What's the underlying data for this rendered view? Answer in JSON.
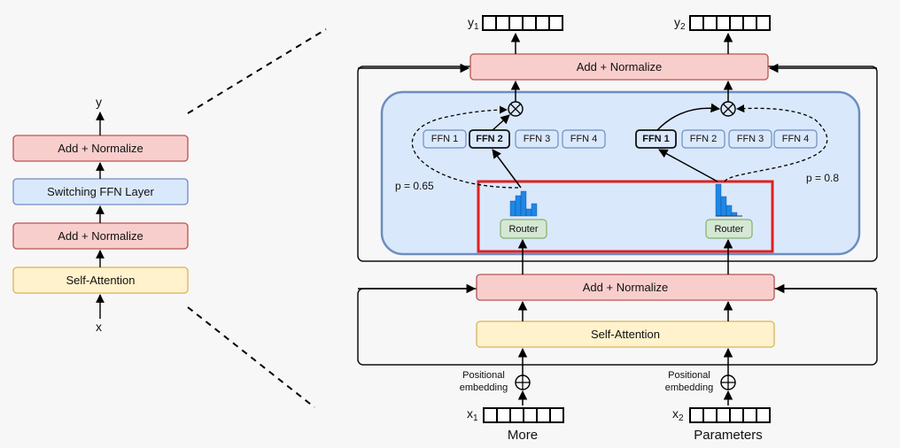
{
  "left": {
    "output_label": "y",
    "input_label": "x",
    "blocks": [
      "Add + Normalize",
      "Switching FFN Layer",
      "Add + Normalize",
      "Self-Attention"
    ]
  },
  "right": {
    "outputs": [
      {
        "base": "y",
        "sub": "1"
      },
      {
        "base": "y",
        "sub": "2"
      }
    ],
    "inputs": [
      {
        "base": "x",
        "sub": "1",
        "word": "More"
      },
      {
        "base": "x",
        "sub": "2",
        "word": "Parameters"
      }
    ],
    "top_norm": "Add + Normalize",
    "bottom_norm": "Add + Normalize",
    "self_attention": "Self-Attention",
    "routers": [
      "Router",
      "Router"
    ],
    "probabilities": [
      "p = 0.65",
      "p = 0.8"
    ],
    "experts_left": [
      "FFN 1",
      "FFN 2",
      "FFN 3",
      "FFN 4"
    ],
    "experts_right": [
      "FFN 1",
      "FFN 2",
      "FFN 3",
      "FFN 4"
    ],
    "selected_left": "FFN 2",
    "selected_right": "FFN 1",
    "positional_embedding": [
      "Positional embedding",
      "Positional embedding"
    ]
  },
  "colors": {
    "pink_fill": "#f8cecc",
    "pink_stroke": "#b85450",
    "blue_fill": "#dae8fc",
    "blue_stroke": "#6c8ebf",
    "yellow_fill": "#fff2cc",
    "yellow_stroke": "#d6b656",
    "green_fill": "#d5e8d4",
    "green_stroke": "#82b366",
    "router_highlight": "#e02020",
    "histogram_bar": "#1e88e5"
  }
}
